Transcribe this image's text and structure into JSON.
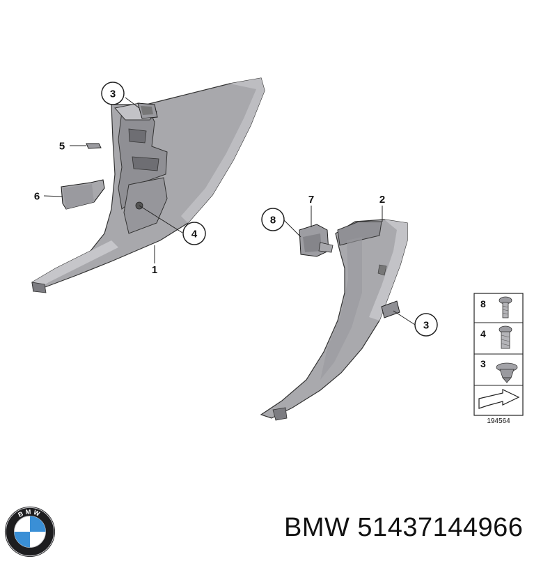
{
  "callouts": {
    "c3_top": "3",
    "c5": "5",
    "c6": "6",
    "c4": "4",
    "c1": "1",
    "c8": "8",
    "c7": "7",
    "c2": "2",
    "c3_right": "3"
  },
  "legend": {
    "rows": [
      "8",
      "4",
      "3"
    ],
    "reference_number": "194564"
  },
  "footer": {
    "brand_text": "BMW 51437144966",
    "logo_letters": "BMW"
  },
  "colors": {
    "part_fill": "#a7a7ab",
    "part_shade": "#8e8e93",
    "part_light": "#c4c4c8",
    "line": "#222222",
    "bmw_blue": "#3a8fd6"
  }
}
